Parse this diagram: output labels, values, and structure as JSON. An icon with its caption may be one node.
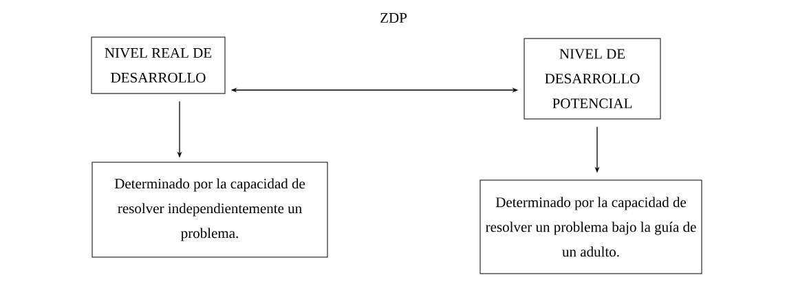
{
  "diagram": {
    "nodes": [
      {
        "text": [
          "NIVEL REAL DE DESARROLLO"
        ]
      },
      {
        "text": [
          "NIVEL DE DESARROLLO POTENCIAL"
        ]
      },
      {
        "text": [
          "Determinado por la capacidad de resolver independientemente un problema."
        ]
      },
      {
        "text": [
          "Determinado por la capacidad de resolver un problema bajo la guía de un adulto."
        ]
      }
    ],
    "edges": [
      {
        "from": 0,
        "to": 1,
        "arrow": "both",
        "label": "ZDP"
      },
      {
        "from": 0,
        "to": 2,
        "arrow": "to"
      },
      {
        "from": 1,
        "to": 3,
        "arrow": "to"
      }
    ]
  }
}
